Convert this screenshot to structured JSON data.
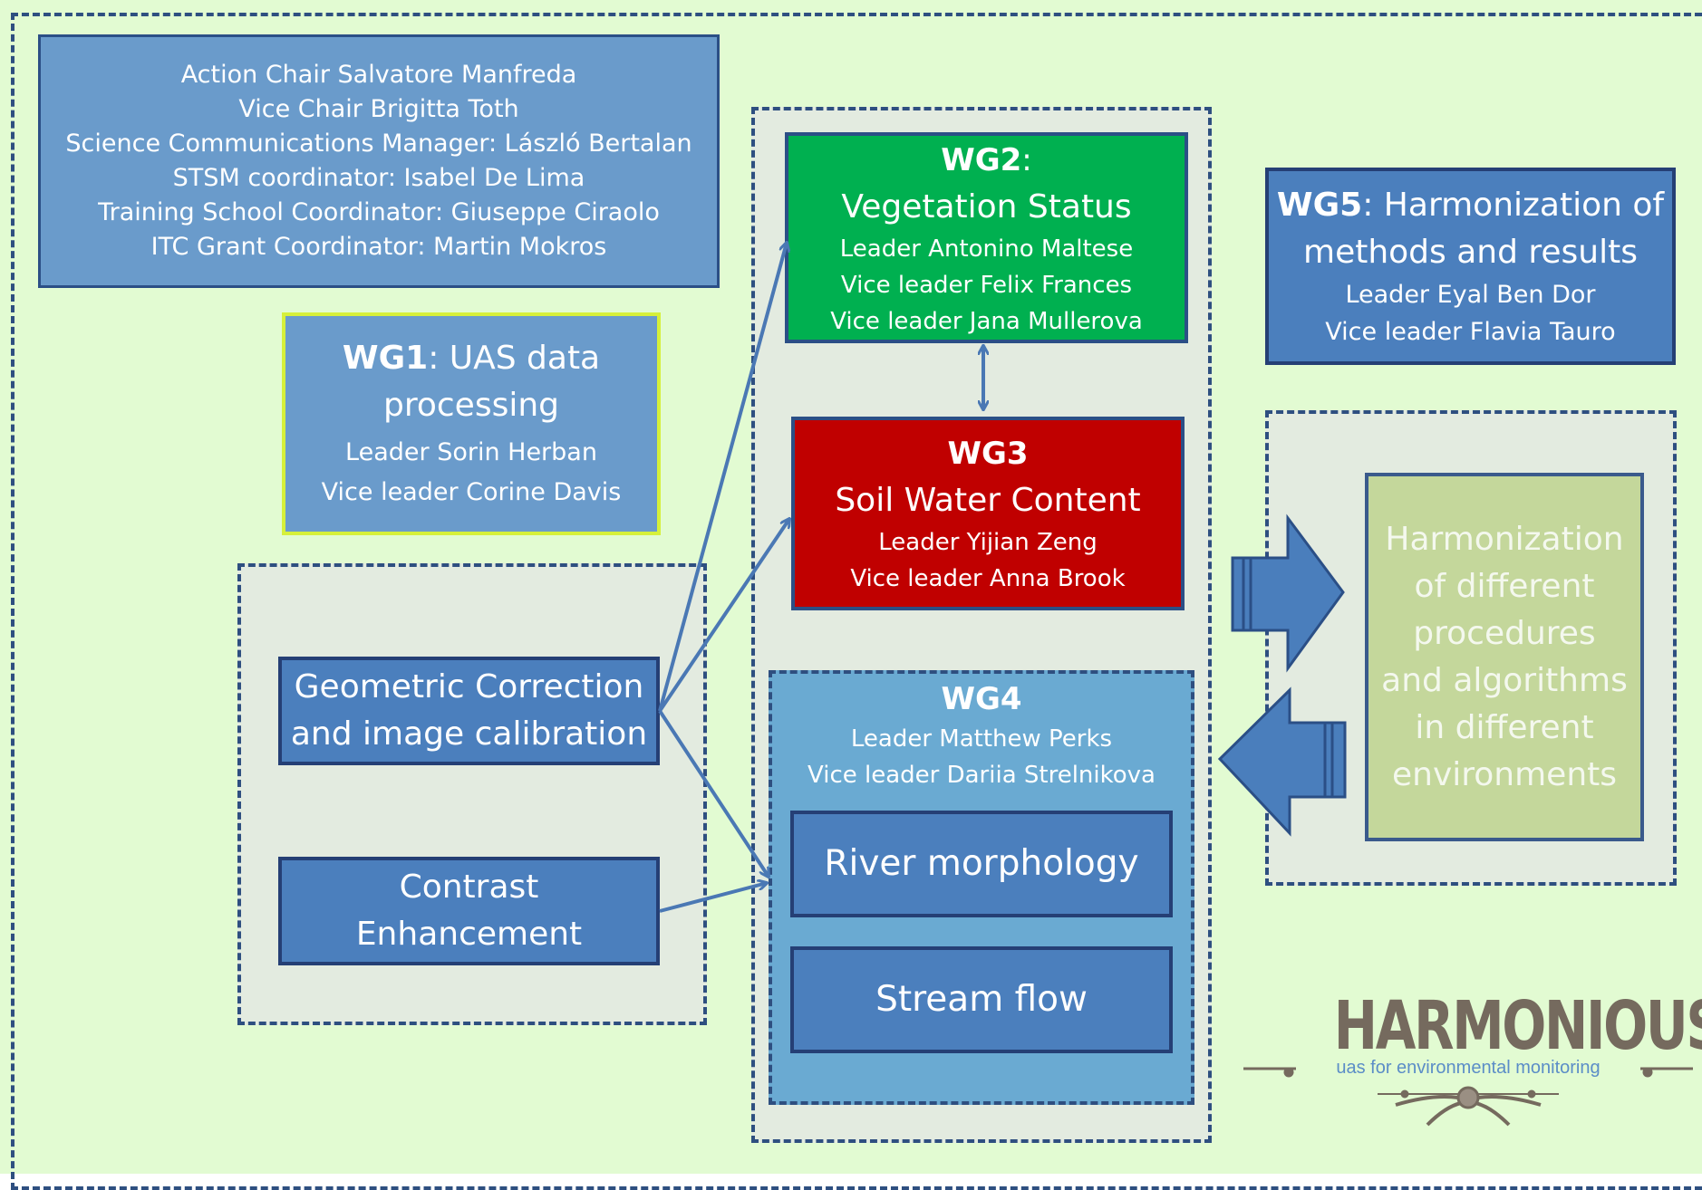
{
  "governance": {
    "lines": [
      "Action Chair Salvatore Manfreda",
      "Vice Chair Brigitta Toth",
      "Science Communications Manager:  László Bertalan",
      "STSM coordinator: Isabel De Lima",
      "Training School Coordinator: Giuseppe Ciraolo",
      "ITC Grant Coordinator: Martin Mokros"
    ]
  },
  "wg1": {
    "code": "WG1",
    "title_rest": ": UAS data",
    "title_line2": "processing",
    "leader": "Leader Sorin Herban",
    "vice_leader": "Vice leader Corine Davis"
  },
  "wg1_tasks": {
    "geometric": [
      "Geometric Correction",
      "and image calibration"
    ],
    "contrast": [
      "Contrast",
      "Enhancement"
    ]
  },
  "wg2": {
    "code": "WG2",
    "code_suffix": ":",
    "title": "Vegetation Status",
    "leader": "Leader Antonino Maltese",
    "vice_leader_1": "Vice leader Felix Frances",
    "vice_leader_2": "Vice leader Jana Mullerova"
  },
  "wg3": {
    "code": "WG3",
    "title": "Soil Water Content",
    "leader": "Leader Yijian Zeng",
    "vice_leader": "Vice leader Anna Brook"
  },
  "wg4": {
    "code": "WG4",
    "leader": "Leader Matthew Perks",
    "vice_leader": "Vice leader Dariia Strelnikova",
    "topic_1": "River morphology",
    "topic_2": "Stream flow"
  },
  "wg5": {
    "code": "WG5",
    "title_rest": ": Harmonization of",
    "title_line2": "methods and results",
    "leader": "Leader Eyal Ben Dor",
    "vice_leader": "Vice leader Flavia Tauro"
  },
  "harmonization": {
    "lines": [
      "Harmonization",
      "of different",
      "procedures",
      "and algorithms",
      "in different",
      "environments"
    ]
  },
  "logo": {
    "title": "HARMONIOUS",
    "subtitle": "uas for environmental monitoring"
  },
  "colors": {
    "background": "#e2fbd2",
    "dashed_border": "#2e4f80",
    "wg2": "#00b050",
    "wg3": "#c00000",
    "wg4": "#6aaad2",
    "harmonization": "#c4d79b",
    "arrow": "#4b7fbd"
  }
}
